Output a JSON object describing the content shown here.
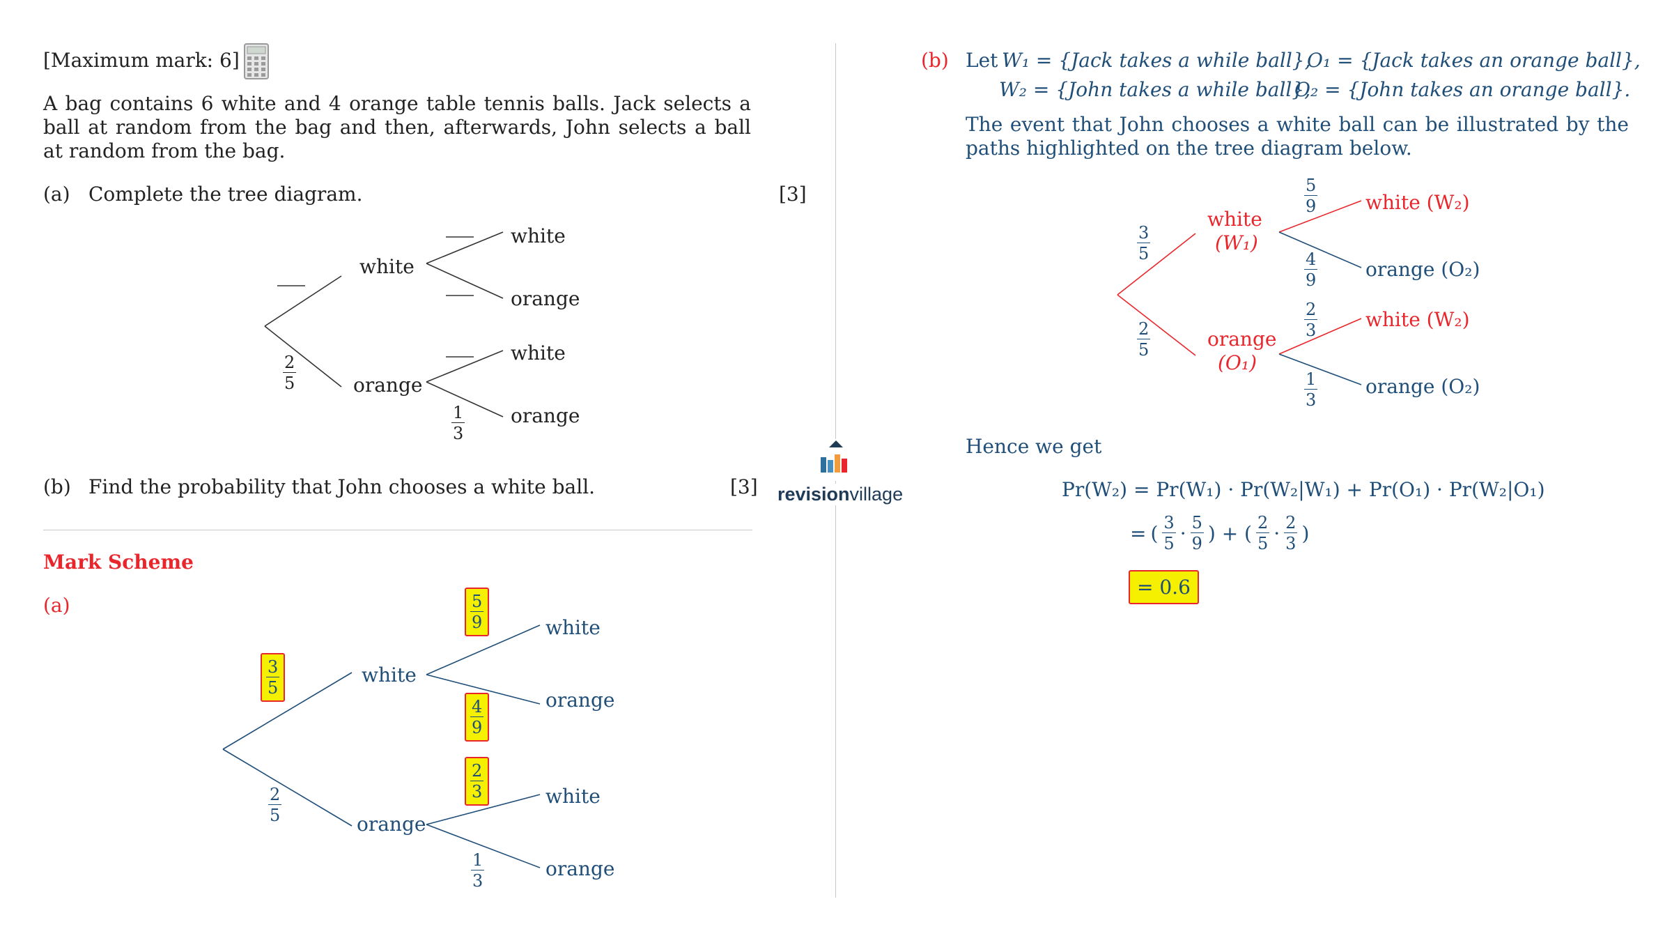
{
  "question": {
    "max_mark": "[Maximum mark: 6]",
    "calculator_icon": "calculator-icon",
    "intro": "A bag contains 6 white and 4 orange table tennis balls. Jack selects a ball at random from the bag and then, afterwards, John selects a ball at random from the bag.",
    "part_a_label": "(a)",
    "part_a_text": "Complete the tree diagram.",
    "part_a_marks": "[3]",
    "part_b_label": "(b)",
    "part_b_text": "Find the probability that John chooses a white ball.",
    "part_b_marks": "[3]",
    "tree": {
      "white": "white",
      "orange": "orange",
      "p_orange_num": "2",
      "p_orange_den": "5",
      "p_oo_num": "1",
      "p_oo_den": "3",
      "blank": "—"
    }
  },
  "mark_scheme": {
    "heading": "Mark Scheme",
    "part_a_label": "(a)",
    "tree": {
      "white": "white",
      "orange": "orange",
      "p_w1": [
        "3",
        "5"
      ],
      "p_o1": [
        "2",
        "5"
      ],
      "p_ww": [
        "5",
        "9"
      ],
      "p_wo": [
        "4",
        "9"
      ],
      "p_ow": [
        "2",
        "3"
      ],
      "p_oo": [
        "1",
        "3"
      ]
    },
    "part_b": {
      "label": "(b)",
      "let": "Let",
      "w1_def": "W₁ = {Jack takes a while ball},",
      "o1_def": "O₁ = {Jack takes an orange ball},",
      "w2_def": "W₂ = {John takes a while ball},",
      "o2_def": "O₂ = {John takes an orange ball}.",
      "event_text": "The event that John chooses a white ball can be illustrated by the paths highlighted on the tree diagram below.",
      "tree": {
        "white_w1": "white",
        "w1": "(W₁)",
        "orange_o1": "orange",
        "o1": "(O₁)",
        "white_w2": "white (W₂)",
        "orange_o2": "orange (O₂)",
        "p_w1": [
          "3",
          "5"
        ],
        "p_o1": [
          "2",
          "5"
        ],
        "p_ww": [
          "5",
          "9"
        ],
        "p_wo": [
          "4",
          "9"
        ],
        "p_ow": [
          "2",
          "3"
        ],
        "p_oo": [
          "1",
          "3"
        ]
      },
      "hence": "Hence we get",
      "formula": "Pr(W₂) = Pr(W₁) · Pr(W₂|W₁) + Pr(O₁) · Pr(W₂|O₁)",
      "step_eq": "=",
      "result": "= 0.6"
    }
  },
  "brand": {
    "name_bold": "revision",
    "name_light": "village",
    "logo_icon": "revision-village-logo-icon"
  },
  "colors": {
    "blue": "#1f4e79",
    "red": "#e8262b",
    "highlight": "#f5ef00",
    "logo_blue": "#2e6f9e",
    "logo_orange": "#f39c3d"
  }
}
